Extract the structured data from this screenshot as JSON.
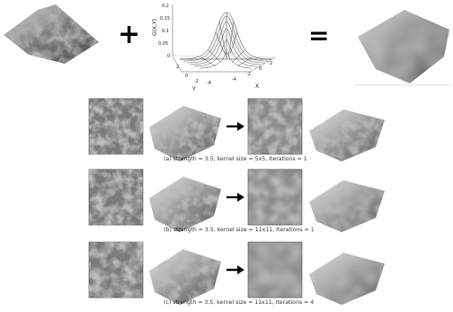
{
  "operators": {
    "plus": "+",
    "equals": "="
  },
  "gaussian": {
    "zlabel": "G(X,Y)",
    "xlabel": "X",
    "ylabel": "Y",
    "z_ticks": [
      "0.2",
      "0.15",
      "0.1",
      "0.05",
      "0"
    ],
    "x_ticks": [
      "-4",
      "-2",
      "0",
      "2"
    ],
    "y_ticks": [
      "2",
      "0",
      "-2",
      "-4"
    ]
  },
  "rows": [
    {
      "caption": "(a) strength = 3.5, kernel size = 5x5, Iterations = 1",
      "blur": 0.6
    },
    {
      "caption": "(b) strength = 3.5, kernel size = 11x11, Iterations = 1",
      "blur": 1.8
    },
    {
      "caption": "(c) strength = 3.5, kernel size = 11x11, Iterations = 4",
      "blur": 3.6
    }
  ]
}
